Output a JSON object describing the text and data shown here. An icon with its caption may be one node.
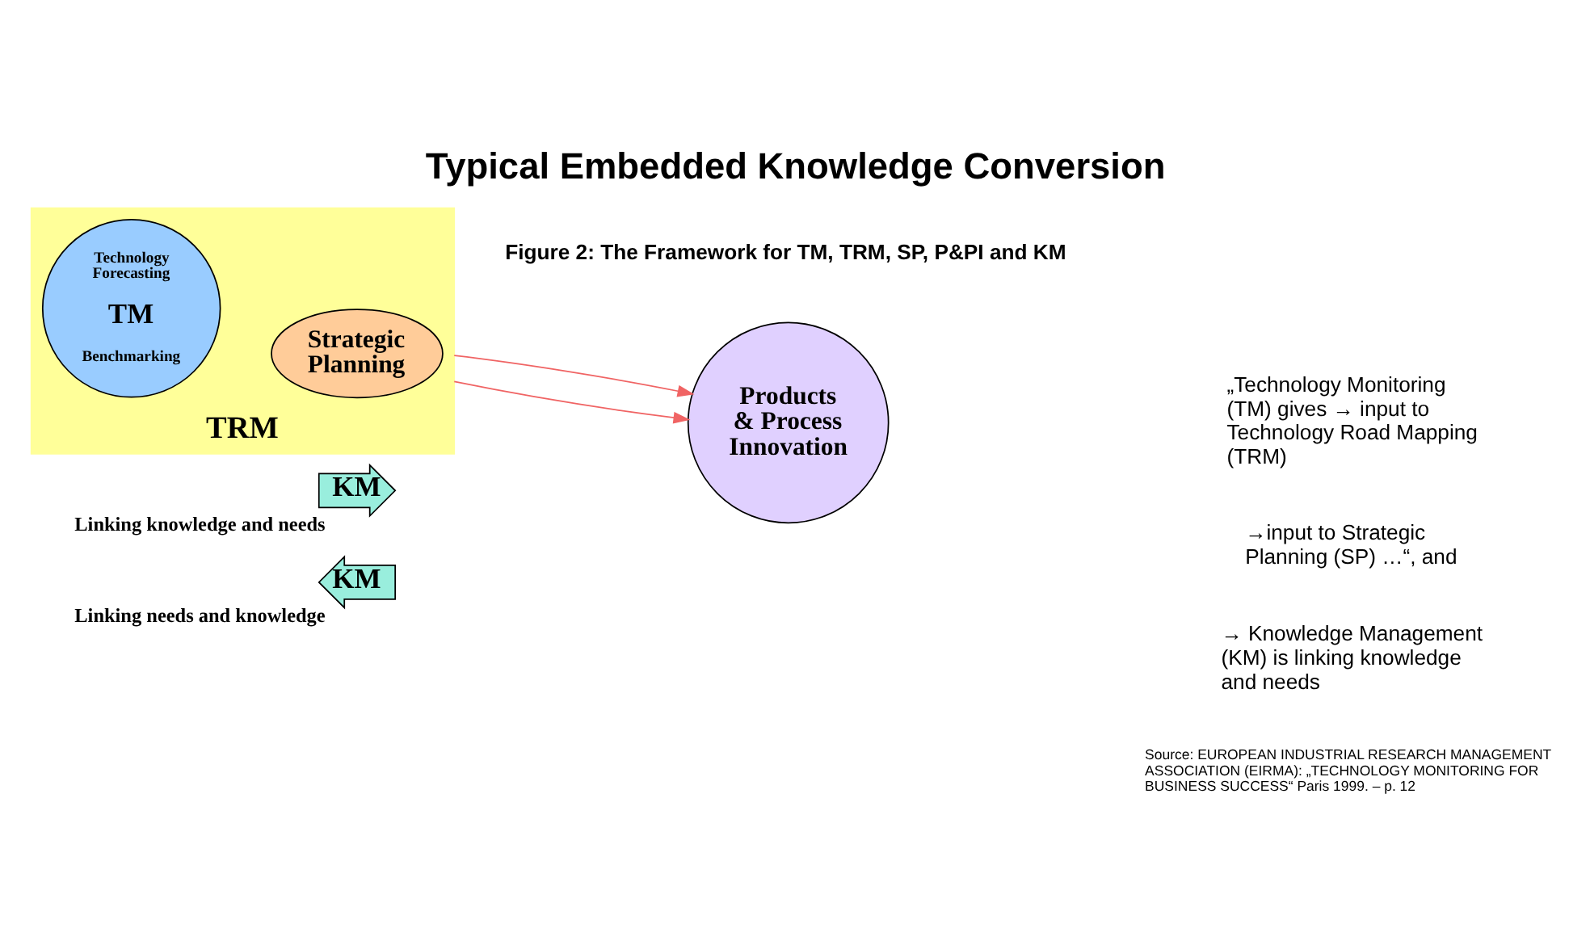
{
  "diagram": {
    "title": "Typical Embedded Knowledge Conversion",
    "caption": "Figure 2: The Framework for TM, TRM, SP, P&PI and KM",
    "nodes": [
      {
        "text": [
          "TRM"
        ]
      },
      {
        "text": [
          "Technology Forecasting",
          "TM",
          "Benchmarking"
        ],
        "in": 0
      },
      {
        "text": [
          "Strategic Planning"
        ],
        "in": 0
      },
      {
        "text": [
          "Products & Process Innovation"
        ]
      },
      {
        "text": [
          "KM"
        ],
        "beside": [
          "Linking knowledge and needs"
        ]
      },
      {
        "text": [
          "KM"
        ],
        "beside": [
          "Linking needs and knowledge"
        ]
      }
    ],
    "edges": [
      {
        "from": 0,
        "to": 3,
        "arrow": "to",
        "color": "#f06464"
      },
      {
        "from": 0,
        "to": 3,
        "arrow": "to",
        "color": "#f06464"
      }
    ],
    "labels": [
      "„Technology Monitoring (TM) gives → input to Technology Road Mapping (TRM)",
      "→input to Strategic Planning (SP) …“, and",
      "→ Knowledge Management (KM) is linking knowledge and needs",
      "Source: EUROPEAN INDUSTRIAL RESEARCH MANAGEMENT ASSOCIATION (EIRMA): „TECHNOLOGY MONITORING FOR BUSINESS SUCCESS“ Paris 1999. – p. 12"
    ]
  }
}
